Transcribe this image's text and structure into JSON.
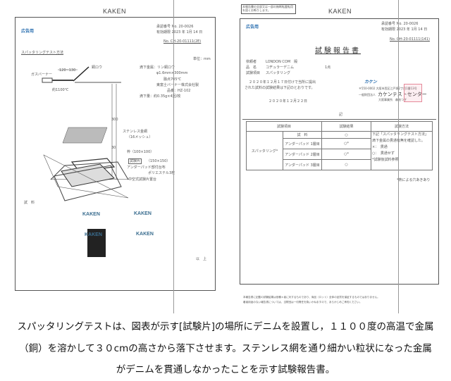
{
  "left_page": {
    "header": "KAKEN",
    "ad_label": "広告用",
    "approval_no": "承認番号 No. 20-0026",
    "valid_until": "有効期限 2023 年 1月 14 日",
    "doc_no": "No. CH-20-01111(2E)",
    "section_title": "スパッタリングテスト方法",
    "unit": "単位：mm",
    "specs": [
      "滴下金属：リン銅ロウ",
      "φ1.6mm×300mm",
      "融点705℃",
      "東富士バーナー株式会社製",
      "品番：HZ-102",
      "滴下量：約0.35g×4回/枚"
    ],
    "diagram_labels": {
      "distance": "120~130",
      "copper": "銅ロウ",
      "burner": "ガスバーナー",
      "temp": "約1100℃",
      "height": "300",
      "gap": "30",
      "mesh": "ステンレス金網",
      "mesh_sub": "（16メッシュ）",
      "frame": "枠（100×100）",
      "specimen": "試験片",
      "specimen_size": "（150×150）",
      "underpad": "アンダーパッド部付台布",
      "polyester": "ポリエステル3枚",
      "stand": "中空式試験片置台"
    },
    "sample_label": "試　料",
    "sample_logos": [
      "KAKEN",
      "KAKEN",
      "KAKEN",
      "KAKEN"
    ],
    "end": "以　上"
  },
  "right_page": {
    "header": "KAKEN",
    "notice": "本報告書の全部又は一部の無断転載転用を固くお断りします。",
    "ad_label": "広告用",
    "approval_no": "承認番号 No. 20-0026",
    "valid_until": "有効期限 2023 年 1月 14 日",
    "doc_no": "No. OH-20-01111(141)",
    "title": "試験報告書",
    "client_label": "依頼者",
    "client": "LONDON COM　殿",
    "item_label": "品　名",
    "item": "コヂュラーデニム",
    "qty": "1点",
    "test_label": "試験項目",
    "test": "スパッタリング",
    "body": [
      "２０２０年１２月１７日付けで当所に提出",
      "された試料の試験結果は下記のとおりです。"
    ],
    "date": "２０２０年１２月２２日",
    "org_logo": "カケン",
    "org_address": "〒550-0002 大阪市西区江戸堀2丁目1番13号",
    "org_type": "一般財団法人",
    "org_name": "カケンテストセンター",
    "org_branch": "大阪事業所　森結つぎ",
    "ki": "記",
    "table": {
      "headers": [
        "試験項目",
        "試験結果",
        "試験方法"
      ],
      "group": "スパッタリング*",
      "rows": [
        {
          "item": "試　料",
          "result": "○"
        },
        {
          "item": "アンダーパッド 1層目",
          "result": "○*"
        },
        {
          "item": "アンダーパッド 2層目",
          "result": "○*"
        },
        {
          "item": "アンダーパッド 3層目",
          "result": "○"
        }
      ],
      "method": [
        "下記「スパッタリングテスト方法」",
        "滴下金属の貫通有無を確認した。",
        "×：　貫通",
        "○：　貫通せず",
        "*試験後試料参照"
      ]
    },
    "note": "*熱による穴あきあり",
    "footer": [
      "本報告書に記載の試験結果は依頼＊者に対するものであり、商品（ロット）全体の品質を保証するものではありません。",
      "著者用途のない報告書については、当財団は一切責任を負いかねますので、あらかじめご承知ください。"
    ]
  },
  "caption": [
    "スパッタリングテストは、図表が示す[試験片]の場所にデニムを設置し，１１００度の高温で金属",
    "（銅）を溶かして３０cmの高さから落下させます。ステンレス網を通り細かい粒状になった金属",
    "がデニムを貫通しなかったことを示す試験報告書。"
  ]
}
